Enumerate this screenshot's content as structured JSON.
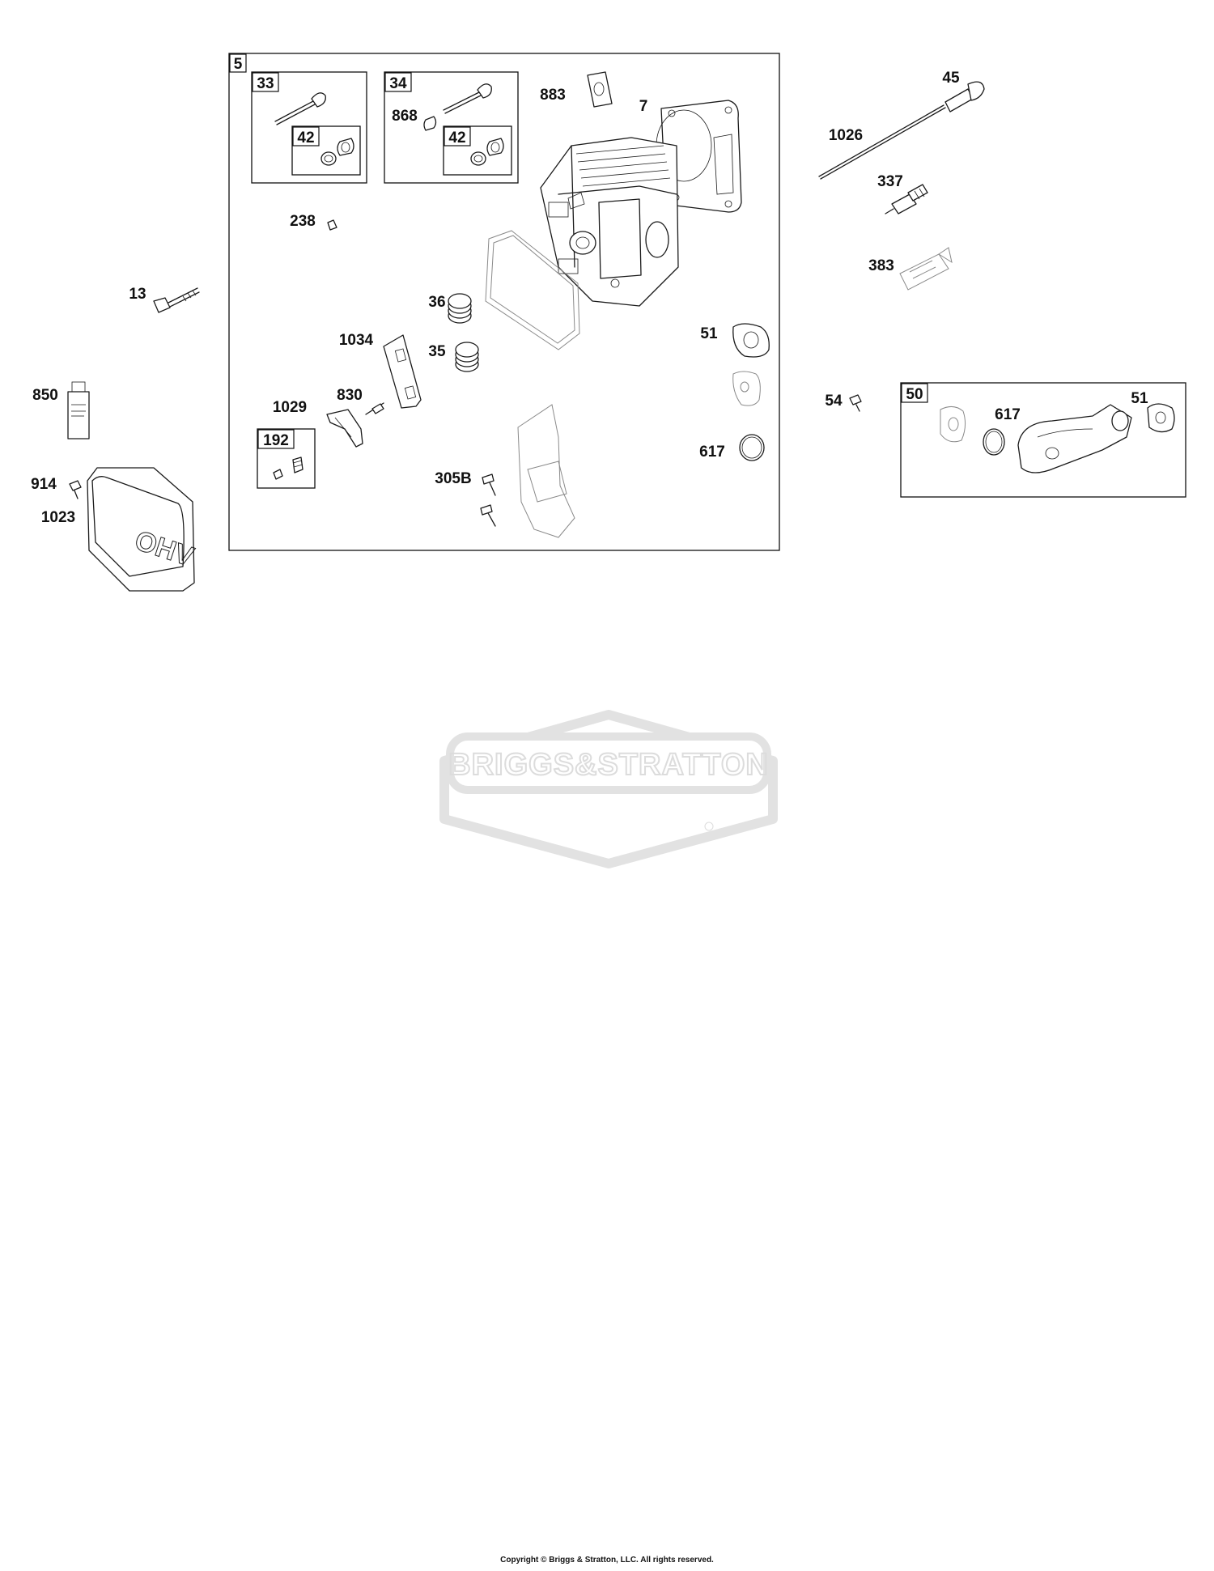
{
  "diagram": {
    "brand_watermark": "BRIGGS&STRATTON",
    "copyright": "Copyright © Briggs & Stratton, LLC. All rights reserved.",
    "groups": {
      "g5": "5",
      "g33": "33",
      "g34": "34",
      "g42a": "42",
      "g42b": "42",
      "g192": "192",
      "g50": "50"
    },
    "callouts": {
      "p883": "883",
      "p7": "7",
      "p868": "868",
      "p238": "238",
      "p36": "36",
      "p35": "35",
      "p1034": "1034",
      "p830": "830",
      "p1029": "1029",
      "p51a": "51",
      "p617a": "617",
      "p305B": "305B",
      "p45": "45",
      "p1026": "1026",
      "p337": "337",
      "p383": "383",
      "p13": "13",
      "p850": "850",
      "p914": "914",
      "p1023": "1023",
      "p54": "54",
      "p617b": "617",
      "p51b": "51"
    }
  }
}
